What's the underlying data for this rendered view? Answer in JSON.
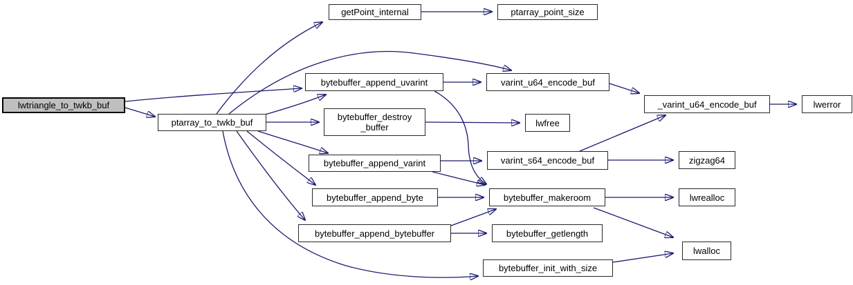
{
  "diagram": {
    "kind": "function-call-graph",
    "background_color": "#ffffff",
    "edge_color": "#191970",
    "node_border_color": "#262626",
    "highlighted_node_fill": "#bfbfbf",
    "nodes": {
      "lwtriangle_to_twkb_buf": {
        "label": "lwtriangle_to_twkb_buf",
        "highlighted": true
      },
      "ptarray_to_twkb_buf": {
        "label": "ptarray_to_twkb_buf",
        "highlighted": false
      },
      "getPoint_internal": {
        "label": "getPoint_internal",
        "highlighted": false
      },
      "ptarray_point_size": {
        "label": "ptarray_point_size",
        "highlighted": false
      },
      "bytebuffer_append_uvarint": {
        "label": "bytebuffer_append_uvarint",
        "highlighted": false
      },
      "varint_u64_encode_buf": {
        "label": "varint_u64_encode_buf",
        "highlighted": false
      },
      "bytebuffer_destroy_buffer": {
        "label": "bytebuffer_destroy\n_buffer",
        "highlighted": false
      },
      "lwfree": {
        "label": "lwfree",
        "highlighted": false
      },
      "bytebuffer_append_varint": {
        "label": "bytebuffer_append_varint",
        "highlighted": false
      },
      "varint_s64_encode_buf": {
        "label": "varint_s64_encode_buf",
        "highlighted": false
      },
      "bytebuffer_append_byte": {
        "label": "bytebuffer_append_byte",
        "highlighted": false
      },
      "bytebuffer_makeroom": {
        "label": "bytebuffer_makeroom",
        "highlighted": false
      },
      "bytebuffer_append_bytebuffer": {
        "label": "bytebuffer_append_bytebuffer",
        "highlighted": false
      },
      "bytebuffer_getlength": {
        "label": "bytebuffer_getlength",
        "highlighted": false
      },
      "bytebuffer_init_with_size": {
        "label": "bytebuffer_init_with_size",
        "highlighted": false
      },
      "_varint_u64_encode_buf": {
        "label": "_varint_u64_encode_buf",
        "highlighted": false
      },
      "lwerror": {
        "label": "lwerror",
        "highlighted": false
      },
      "zigzag64": {
        "label": "zigzag64",
        "highlighted": false
      },
      "lwrealloc": {
        "label": "lwrealloc",
        "highlighted": false
      },
      "lwalloc": {
        "label": "lwalloc",
        "highlighted": false
      }
    },
    "edges": [
      {
        "from": "lwtriangle_to_twkb_buf",
        "to": "ptarray_to_twkb_buf"
      },
      {
        "from": "lwtriangle_to_twkb_buf",
        "to": "bytebuffer_append_uvarint"
      },
      {
        "from": "ptarray_to_twkb_buf",
        "to": "getPoint_internal"
      },
      {
        "from": "ptarray_to_twkb_buf",
        "to": "varint_u64_encode_buf"
      },
      {
        "from": "ptarray_to_twkb_buf",
        "to": "bytebuffer_append_uvarint"
      },
      {
        "from": "ptarray_to_twkb_buf",
        "to": "bytebuffer_destroy_buffer"
      },
      {
        "from": "ptarray_to_twkb_buf",
        "to": "bytebuffer_append_varint"
      },
      {
        "from": "ptarray_to_twkb_buf",
        "to": "bytebuffer_append_byte"
      },
      {
        "from": "ptarray_to_twkb_buf",
        "to": "bytebuffer_append_bytebuffer"
      },
      {
        "from": "ptarray_to_twkb_buf",
        "to": "bytebuffer_init_with_size"
      },
      {
        "from": "getPoint_internal",
        "to": "ptarray_point_size"
      },
      {
        "from": "bytebuffer_append_uvarint",
        "to": "varint_u64_encode_buf"
      },
      {
        "from": "bytebuffer_append_uvarint",
        "to": "bytebuffer_makeroom"
      },
      {
        "from": "varint_u64_encode_buf",
        "to": "_varint_u64_encode_buf"
      },
      {
        "from": "_varint_u64_encode_buf",
        "to": "lwerror"
      },
      {
        "from": "bytebuffer_destroy_buffer",
        "to": "lwfree"
      },
      {
        "from": "bytebuffer_append_varint",
        "to": "varint_s64_encode_buf"
      },
      {
        "from": "bytebuffer_append_varint",
        "to": "bytebuffer_makeroom"
      },
      {
        "from": "varint_s64_encode_buf",
        "to": "_varint_u64_encode_buf"
      },
      {
        "from": "varint_s64_encode_buf",
        "to": "zigzag64"
      },
      {
        "from": "bytebuffer_append_byte",
        "to": "bytebuffer_makeroom"
      },
      {
        "from": "bytebuffer_append_bytebuffer",
        "to": "bytebuffer_makeroom"
      },
      {
        "from": "bytebuffer_append_bytebuffer",
        "to": "bytebuffer_getlength"
      },
      {
        "from": "bytebuffer_makeroom",
        "to": "lwrealloc"
      },
      {
        "from": "bytebuffer_makeroom",
        "to": "lwalloc"
      },
      {
        "from": "bytebuffer_init_with_size",
        "to": "lwalloc"
      }
    ]
  }
}
